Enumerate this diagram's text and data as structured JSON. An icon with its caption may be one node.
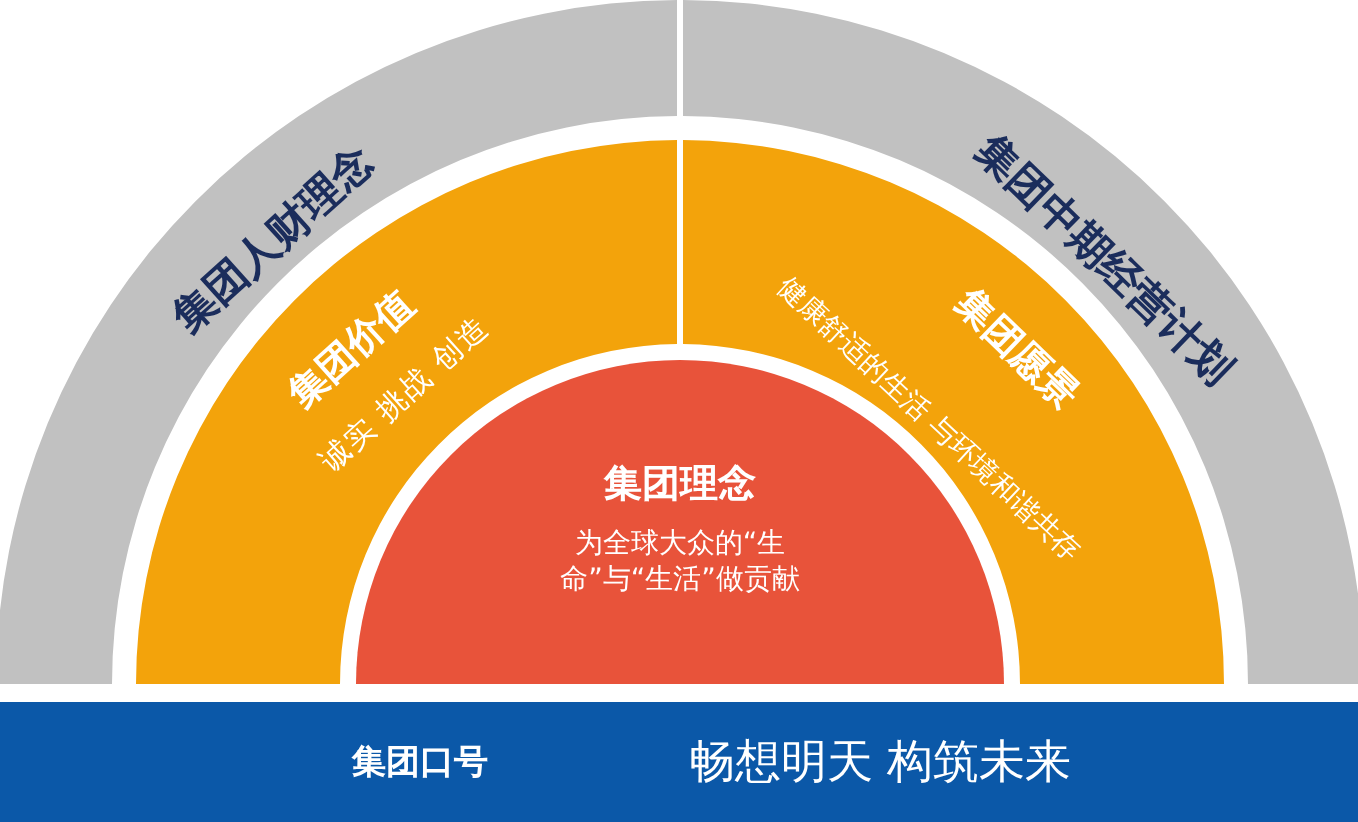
{
  "diagram": {
    "nodes": [
      {
        "text": [
          "集团人财理念"
        ]
      },
      {
        "text": [
          "集团中期经营计划"
        ]
      },
      {
        "text": [
          "集团价值",
          "诚实 挑战 创造"
        ]
      },
      {
        "text": [
          "集团愿景",
          "健康舒适的生活 与环境和谐共存"
        ]
      },
      {
        "text": [
          "集团理念",
          "为全球大众的“生命”与“生活”做贡献"
        ]
      },
      {
        "text": [
          "集团口号",
          "畅想明天 构筑未来"
        ]
      }
    ]
  }
}
